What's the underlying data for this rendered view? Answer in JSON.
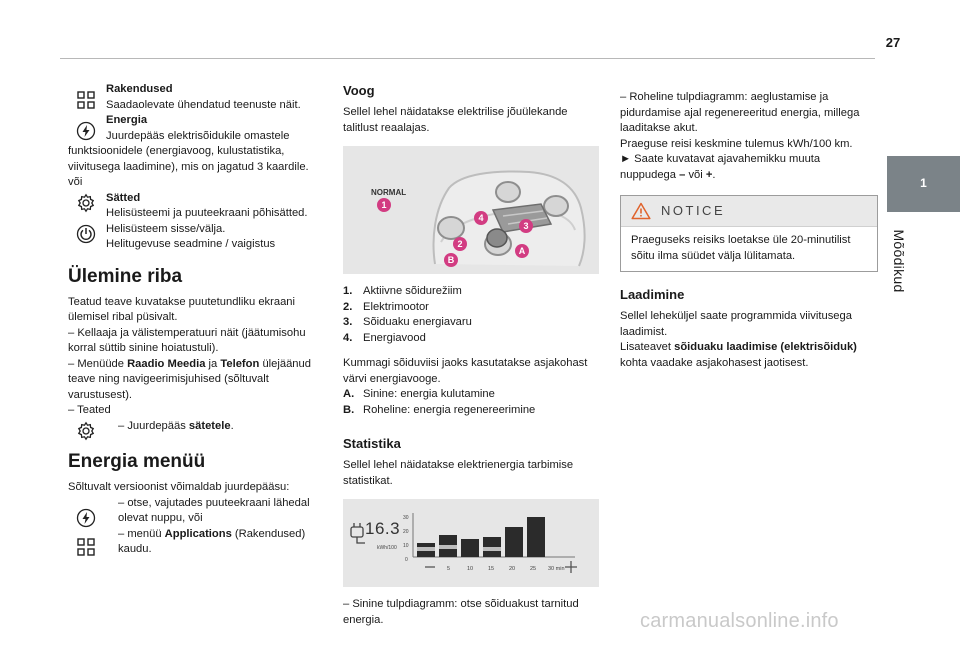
{
  "page": {
    "number": "27"
  },
  "side_tab": {
    "number": "1",
    "label": "Mõõdikud"
  },
  "col1": {
    "rakendused": {
      "title": "Rakendused",
      "text": "Saadaolevate ühendatud teenuste näit."
    },
    "energia": {
      "title": "Energia",
      "text1": "Juurdepääs elektrisõidukile omastele",
      "text2": "funktsioonidele (energiavoog, kulustatistika, viivitusega laadimine), mis on jagatud 3 kaardile.",
      "text3": "või"
    },
    "satted": {
      "title": "Sätted",
      "text": "Helisüsteemi ja puuteekraani põhisätted."
    },
    "power": {
      "text1": "Helisüsteem sisse/välja.",
      "text2": "Helitugevuse seadmine / vaigistus"
    },
    "ylemine": {
      "heading": "Ülemine riba",
      "intro": "Teatud teave kuvatakse puutetundliku ekraani ülemisel ribal püsivalt.",
      "item1": "– Kellaaja ja välistemperatuuri näit (jäätumisohu korral süttib sinine hoiatustuli).",
      "item2_pre": "– Menüüde ",
      "item2_b1": "Raadio Meedia",
      "item2_mid": " ja ",
      "item2_b2": "Telefon",
      "item2_post": "ülejäänud teave ning navigeerimisjuhised (sõltuvalt varustusest).",
      "item3": "– Teated",
      "item4_pre": "– Juurdepääs ",
      "item4_b": "sätetele",
      "item4_post": "."
    },
    "energia_menu": {
      "heading": "Energia menüü",
      "intro": "Sõltuvalt versioonist võimaldab juurdepääsu:",
      "item1": "– otse, vajutades puuteekraani lähedal olevat nuppu, või",
      "item2_pre": "– menüü ",
      "item2_b": "Applications",
      "item2_post": " (Rakendused) kaudu."
    }
  },
  "col2": {
    "voog": {
      "heading": "Voog",
      "intro": "Sellel lehel näidatakse elektrilise jõuülekande talitlust reaalajas.",
      "figure_mode": "NORMAL",
      "figure_markers": [
        "1",
        "4",
        "3",
        "2",
        "B",
        "A"
      ],
      "list": [
        {
          "n": "1.",
          "t": "Aktiivne sõidurežiim"
        },
        {
          "n": "2.",
          "t": "Elektrimootor"
        },
        {
          "n": "3.",
          "t": "Sõiduaku energiavaru"
        },
        {
          "n": "4.",
          "t": "Energiavood"
        }
      ],
      "para": "Kummagi sõiduviisi jaoks kasutatakse asjakohast värvi energiavooge.",
      "list2": [
        {
          "n": "A.",
          "t": "Sinine: energia kulutamine"
        },
        {
          "n": "B.",
          "t": "Roheline: energia regenereerimine"
        }
      ]
    },
    "statistika": {
      "heading": "Statistika",
      "intro": "Sellel lehel näidatakse elektrienergia tarbimise statistikat.",
      "figure_value": "16.3",
      "figure_unit": "kWh/100",
      "figure_xticks": [
        "5",
        "10",
        "15",
        "20",
        "25",
        "30 min"
      ],
      "figure_yticks": [
        "30",
        "20",
        "10",
        "0"
      ],
      "caption": "– Sinine tulpdiagramm: otse sõiduakust tarnitud energia."
    }
  },
  "col3": {
    "p1": "– Roheline tulpdiagramm: aeglustamise ja pidurdamise ajal regenereeritud energia, millega laaditakse akut.",
    "p2": "Praeguse reisi keskmine tulemus kWh/100 km.",
    "p3_pre": "► Saate kuvatavat ajavahemikku muuta nuppudega ",
    "p3_b1": "–",
    "p3_mid": " või ",
    "p3_b2": "+",
    "p3_post": ".",
    "notice": {
      "title": "NOTICE",
      "text": "Praeguseks reisiks loetakse üle 20-minutilist sõitu ilma süüdet välja lülitamata."
    },
    "laadimine": {
      "heading": "Laadimine",
      "text1": "Sellel leheküljel saate programmida viivitusega laadimist.",
      "text2_pre": "Lisateavet ",
      "text2_b": "sõiduaku laadimise (elektrisõiduk)",
      "text2_post": " kohta vaadake asjakohasest jaotisest."
    }
  },
  "watermark": "carmanualsonline.info",
  "colors": {
    "side_tab": "#7b8388",
    "figure_bg": "#e6e6e6",
    "marker": "#d23c82",
    "notice_icon": "#e0632c"
  }
}
